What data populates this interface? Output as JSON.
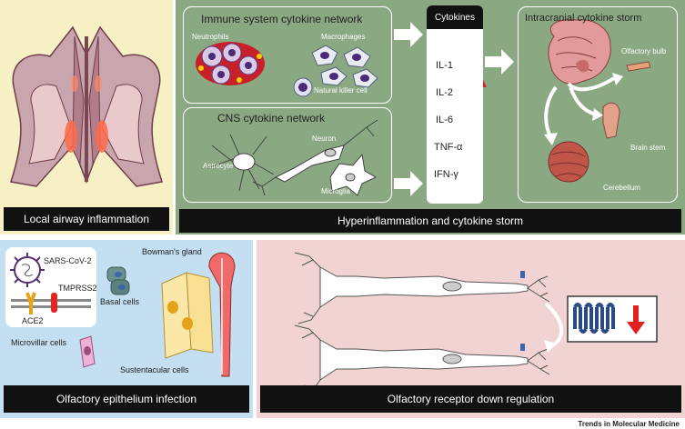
{
  "panels": {
    "airway": {
      "caption": "Local airway inflammation"
    },
    "hyper": {
      "caption": "Hyperinflammation and cytokine storm",
      "immune": {
        "title": "Immune system cytokine network",
        "neutrophils": "Neutrophils",
        "macrophages": "Macrophages",
        "nk": "Natural killer cell"
      },
      "cns": {
        "title": "CNS cytokine network",
        "neuron": "Neuron",
        "astrocyte": "Astrocyte",
        "microglia": "Microglia"
      },
      "cytokines": {
        "header": "Cytokines",
        "items": [
          "IL-1",
          "IL-2",
          "IL-6",
          "TNF-α",
          "IFN-γ"
        ]
      },
      "storm": {
        "title": "Intracranial cytokine storm",
        "olfactory_bulb": "Olfactory bulb",
        "brain_stem": "Brain stem",
        "cerebellum": "Cerebellum"
      }
    },
    "epithelium": {
      "caption": "Olfactory epithelium infection",
      "sars": "SARS-CoV-2",
      "tmprss2": "TMPRSS2",
      "ace2": "ACE2",
      "basal": "Basal cells",
      "bowman": "Bowman's gland",
      "microvillar": "Microvillar cells",
      "sustentacular": "Sustentacular cells"
    },
    "receptor": {
      "caption": "Olfactory receptor down regulation"
    }
  },
  "footer": {
    "credit": "Trends in Molecular Medicine"
  },
  "colors": {
    "airway_bg": "#f6f0c4",
    "hyper_bg": "#8aa882",
    "epithelium_bg": "#c3dff1",
    "receptor_bg": "#f2d3d3",
    "arrow_red": "#e22020"
  }
}
